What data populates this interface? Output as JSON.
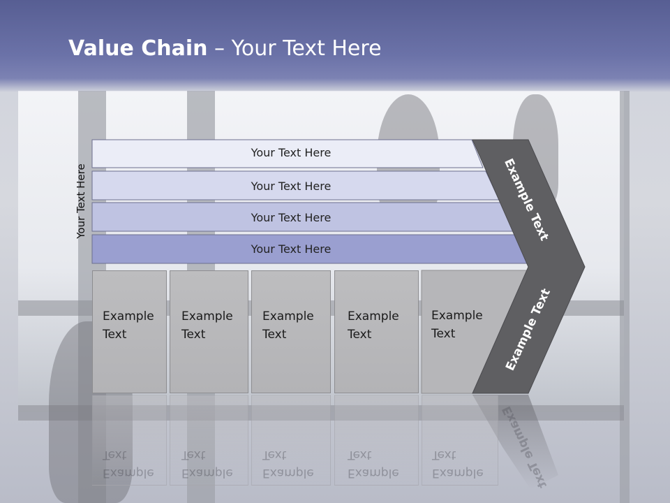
{
  "title": {
    "bold": "Value Chain",
    "rest": " – Your Text Here"
  },
  "side_label": "Your Text Here",
  "bars": [
    {
      "label": "Your Text Here",
      "color": "#ebedf7"
    },
    {
      "label": "Your Text Here",
      "color": "#d6d9ee"
    },
    {
      "label": "Your Text Here",
      "color": "#bfc3e2"
    },
    {
      "label": "Your Text Here",
      "color": "#9a9fd0"
    }
  ],
  "boxes": [
    {
      "line1": "Example",
      "line2": "Text"
    },
    {
      "line1": "Example",
      "line2": "Text"
    },
    {
      "line1": "Example",
      "line2": "Text"
    },
    {
      "line1": "Example",
      "line2": "Text"
    },
    {
      "line1": "Example",
      "line2": "Text"
    }
  ],
  "chevron": {
    "upper_label": "Example Text",
    "lower_label": "Example Text",
    "color": "#5f5f62"
  },
  "colors": {
    "header": "#6b72a8",
    "title_text": "#ffffff"
  }
}
